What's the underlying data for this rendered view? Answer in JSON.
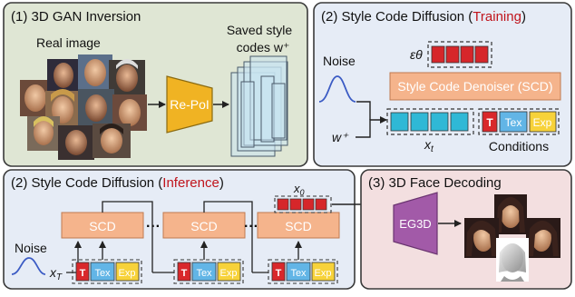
{
  "colors": {
    "panel_gan_fill": "#dfe6d4",
    "panel_training_fill": "#e6ecf6",
    "panel_inference_fill": "#e6ecf6",
    "panel_decode_fill": "#f3dfe0",
    "panel_border": "#3a3a3a",
    "emphasis_red": "#c0141c",
    "scd_orange": "#f5b48c",
    "repol_gold": "#f0b323",
    "eg3d_purple": "#a25aa8",
    "code_cyan": "#2fb8d6",
    "noise_red": "#d6262a",
    "tex_blue": "#62b5e6",
    "exp_yellow": "#f7d23a",
    "tokenT_red": "#d9282b"
  },
  "panels": {
    "gan_inversion": {
      "title": "(1) 3D GAN Inversion",
      "real_image_label": "Real image",
      "repol_label": "Re-PoI",
      "saved_label_line1": "Saved style",
      "saved_label_line2": "codes w⁺",
      "faces_icon": "face-photo-collage"
    },
    "training": {
      "title_prefix": "(2) Style Code Diffusion (",
      "title_emph": "Training",
      "title_suffix": ")",
      "noise_label": "Noise",
      "w_label": "w⁺",
      "epsilon_label": "εθ",
      "scd_label": "Style Code Denoiser (SCD)",
      "xt_label": "x",
      "xt_sub": "t",
      "conditions_label": "Conditions",
      "cond_t": "T",
      "cond_tex": "Tex",
      "cond_exp": "Exp"
    },
    "inference": {
      "title_prefix": "(2) Style Code Diffusion (",
      "title_emph": "Inference",
      "title_suffix": ")",
      "scd_label": "SCD",
      "dots": "···",
      "noise_label": "Noise",
      "xT_label": "x",
      "xT_sub": "T",
      "x0_label": "x",
      "x0_sub": "0",
      "cond_t": "T",
      "cond_tex": "Tex",
      "cond_exp": "Exp"
    },
    "decoding": {
      "title": "(3) 3D Face Decoding",
      "eg3d_label": "EG3D",
      "render_icon": "rendered-face-views"
    }
  }
}
